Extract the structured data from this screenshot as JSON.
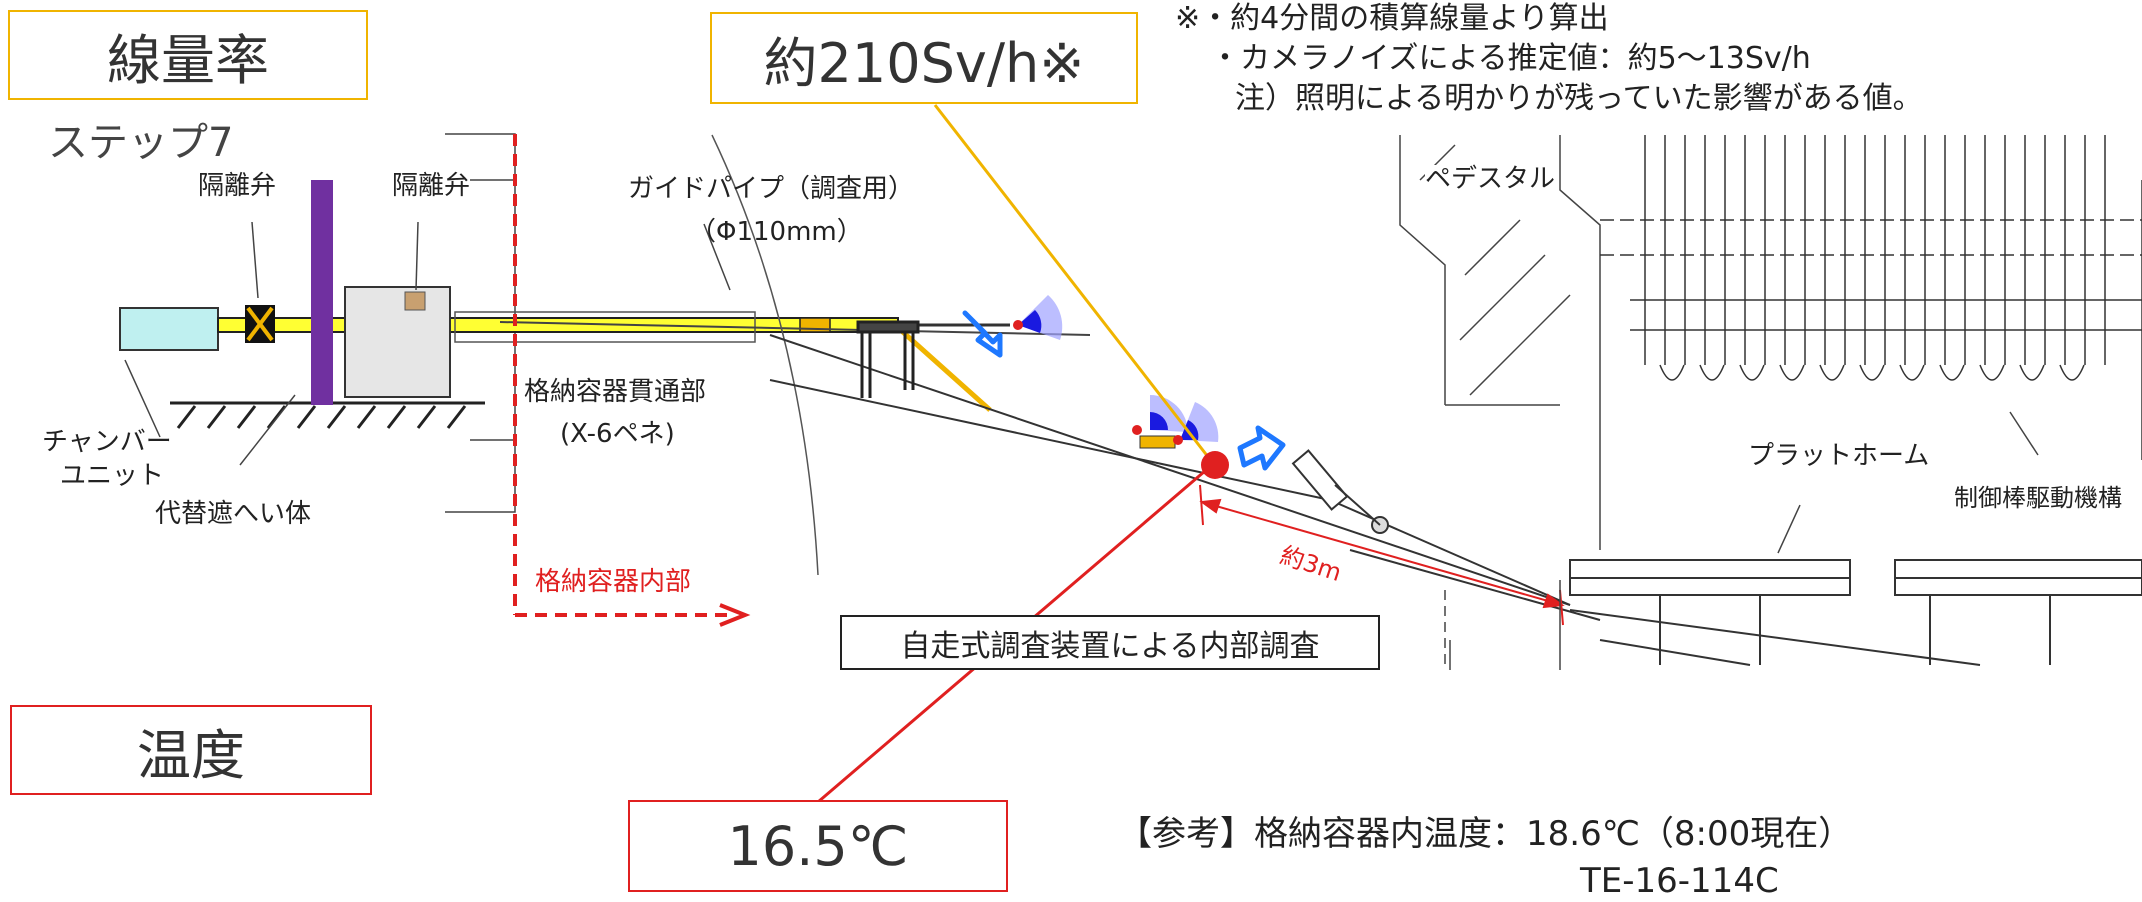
{
  "colors": {
    "radiation": "#f0b400",
    "temperature": "#e02020",
    "guide_pipe": "#ffff33",
    "shield_wall": "#7030a0",
    "chamber_unit": "#bff0f0",
    "arrow_blue": "#1e78ff",
    "camera_fan": "#1a1ae0"
  },
  "labels": {
    "dose_rate_heading": "線量率",
    "temperature_heading": "温度",
    "dose_value": "約210Sv/h※",
    "temp_value": "16.5℃",
    "note_lines": [
      "※・約4分間の積算線量より算出",
      "・カメラノイズによる推定値：約5～13Sv/h",
      "注）照明による明かりが残っていた影響がある値。"
    ],
    "step": "ステップ7",
    "isolation_valve_1": "隔離弁",
    "isolation_valve_2": "隔離弁",
    "guide_pipe_line1": "ガイドパイプ（調査用）",
    "guide_pipe_line2": "（Φ110mm）",
    "penetration_line1": "格納容器貫通部",
    "penetration_line2": "(X-6ペネ)",
    "chamber_line1": "チャンバー",
    "chamber_line2": "ユニット",
    "alt_shield": "代替遮へい体",
    "pcv_inside": "格納容器内部",
    "pedestal": "ペデスタル",
    "platform": "プラットホーム",
    "crd": "制御棒駆動機構",
    "distance": "約3m",
    "survey_box": "自走式調査装置による内部調査",
    "reference_line1": "【参考】格納容器内温度：18.6℃（8:00現在）",
    "reference_line2": "TE-16-114C"
  }
}
